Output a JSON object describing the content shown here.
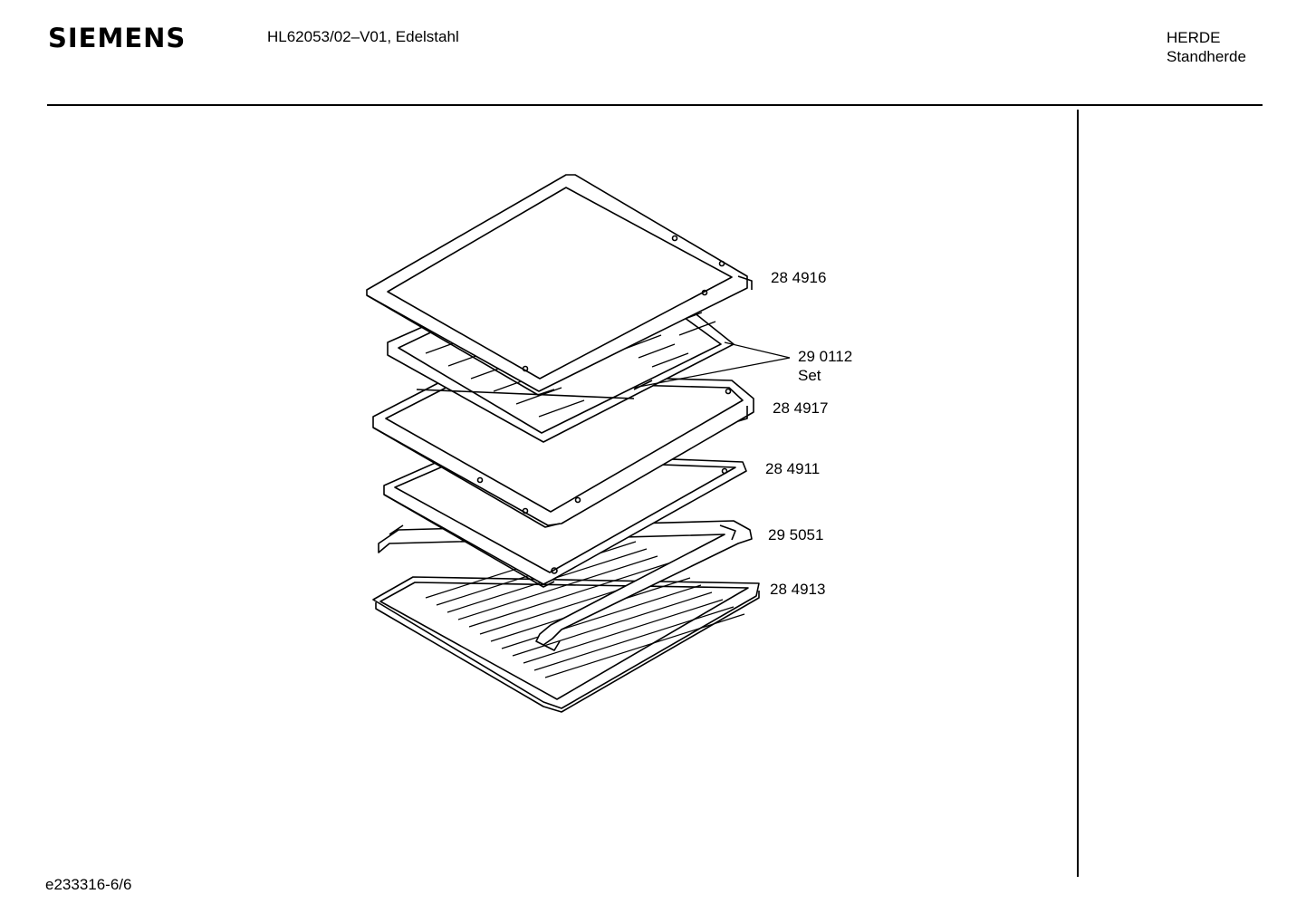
{
  "header": {
    "brand": "SIEMENS",
    "model": "HL62053/02–V01, Edelstahl",
    "category": "HERDE",
    "subcategory": "Standherde"
  },
  "footer": {
    "doc_id": "e233316-6/6"
  },
  "parts": [
    {
      "number": "28 4916"
    },
    {
      "number": "29 0112",
      "note": "Set"
    },
    {
      "number": "28 4917"
    },
    {
      "number": "28 4911"
    },
    {
      "number": "29 5051"
    },
    {
      "number": "28 4913"
    }
  ]
}
